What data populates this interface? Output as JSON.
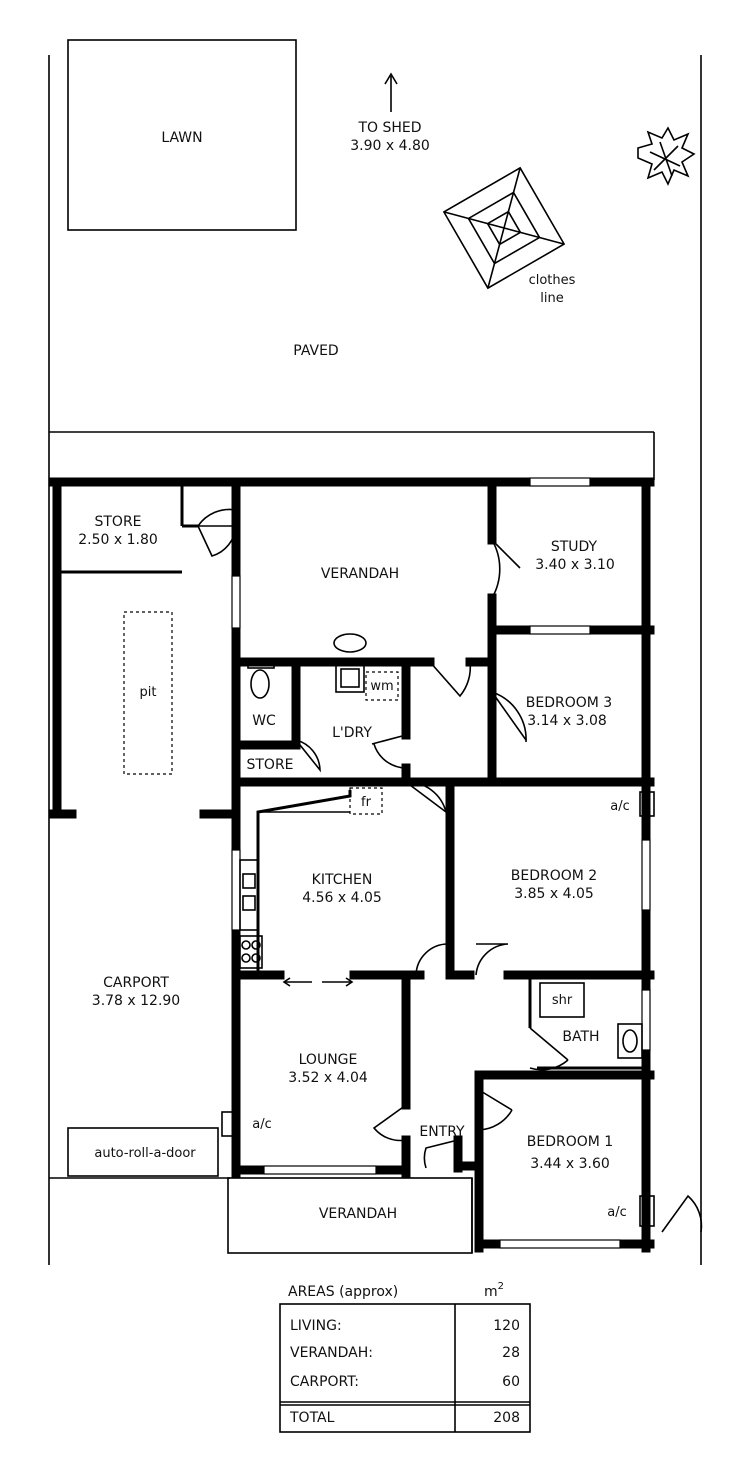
{
  "rooms": {
    "lawn": {
      "name": "LAWN"
    },
    "shed": {
      "name": "TO SHED",
      "size": "3.90 x 4.80"
    },
    "clothesline": {
      "line1": "clothes",
      "line2": "line"
    },
    "paved": {
      "name": "PAVED"
    },
    "store_rear": {
      "name": "STORE",
      "size": "2.50 x 1.80"
    },
    "verandah_rear": {
      "name": "VERANDAH"
    },
    "study": {
      "name": "STUDY",
      "size": "3.40 x 3.10"
    },
    "pit": {
      "name": "pit"
    },
    "wc": {
      "name": "WC"
    },
    "laundry": {
      "name": "L'DRY"
    },
    "wm": {
      "name": "wm"
    },
    "store_small": {
      "name": "STORE"
    },
    "bedroom3": {
      "name": "BEDROOM 3",
      "size": "3.14 x 3.08"
    },
    "fridge": {
      "name": "fr"
    },
    "kitchen": {
      "name": "KITCHEN",
      "size": "4.56 x 4.05"
    },
    "bedroom2": {
      "name": "BEDROOM 2",
      "size": "3.85 x 4.05"
    },
    "carport": {
      "name": "CARPORT",
      "size": "3.78 x 12.90"
    },
    "shower": {
      "name": "shr"
    },
    "bath": {
      "name": "BATH"
    },
    "lounge": {
      "name": "LOUNGE",
      "size": "3.52 x 4.04"
    },
    "entry": {
      "name": "ENTRY"
    },
    "bedroom1": {
      "name": "BEDROOM 1",
      "size": "3.44 x 3.60"
    },
    "verandah_front": {
      "name": "VERANDAH"
    },
    "autodoor": {
      "name": "auto-roll-a-door"
    },
    "ac": {
      "name": "a/c"
    }
  },
  "areas": {
    "heading": "AREAS (approx)",
    "unit": "m",
    "unit_sup": "2",
    "rows": [
      {
        "label": "LIVING:",
        "value": "120"
      },
      {
        "label": "VERANDAH:",
        "value": "28"
      },
      {
        "label": "CARPORT:",
        "value": "60"
      }
    ],
    "total": {
      "label": "TOTAL",
      "value": "208"
    }
  },
  "icons": [
    "north-arrow-icon",
    "tree-icon",
    "clothesline-icon",
    "toilet-icon",
    "washing-machine-icon",
    "stove-icon",
    "sink-icon",
    "basin-icon"
  ]
}
